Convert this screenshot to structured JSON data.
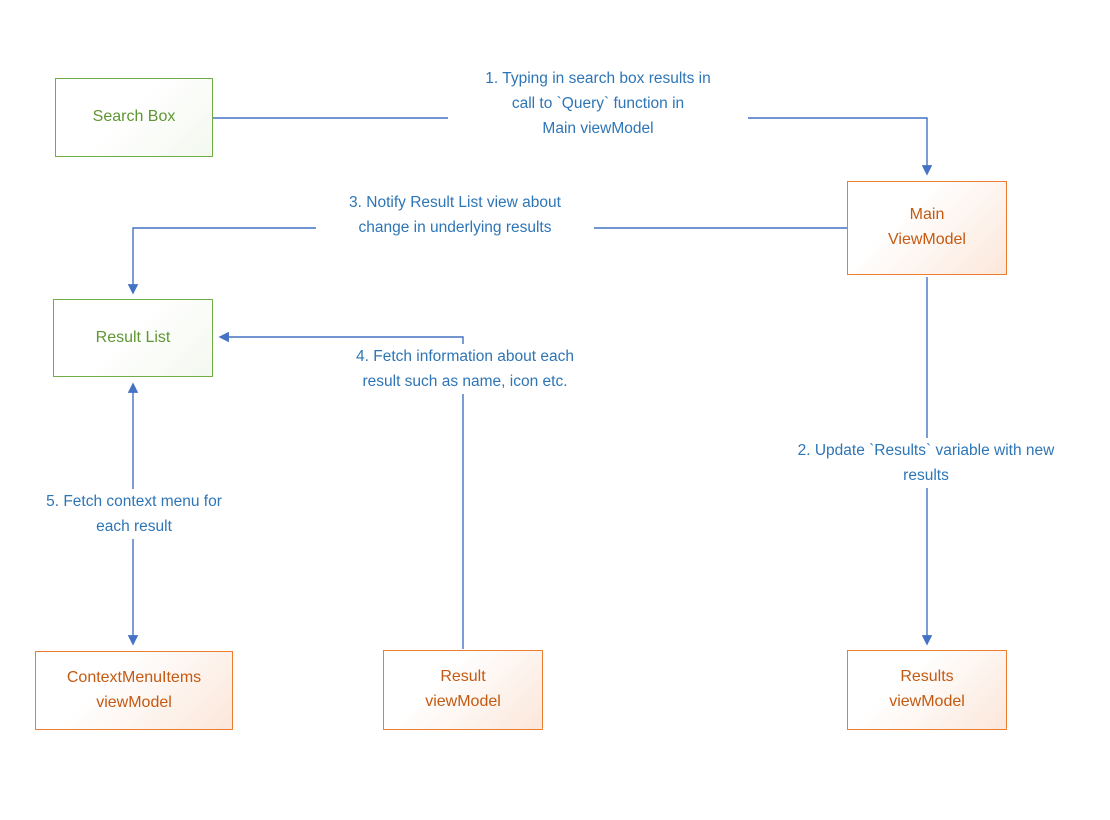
{
  "diagram": {
    "title": "Search MVVM flow diagram",
    "nodes": {
      "search_box": {
        "label": "Search Box"
      },
      "main_viewmodel": {
        "label": "Main\nViewModel"
      },
      "result_list": {
        "label": "Result List"
      },
      "contextmenuitems_viewmodel": {
        "label": "ContextMenuItems\nviewModel"
      },
      "result_viewmodel": {
        "label": "Result\nviewModel"
      },
      "results_viewmodel": {
        "label": "Results\nviewModel"
      }
    },
    "labels": {
      "step1": "1. Typing in search box results in\ncall to `Query` function in\nMain viewModel",
      "step2": "2. Update `Results` variable with new\nresults",
      "step3": "3. Notify Result List view about\nchange in underlying results",
      "step4": "4. Fetch information about each\nresult such as name, icon etc.",
      "step5": "5. Fetch context menu for\neach result"
    },
    "colors": {
      "green_border": "#70AD47",
      "green_text": "#5E9732",
      "orange_border": "#ED7D31",
      "orange_text": "#C45911",
      "blue_line": "#4472C4",
      "blue_text": "#2E75B6"
    }
  }
}
